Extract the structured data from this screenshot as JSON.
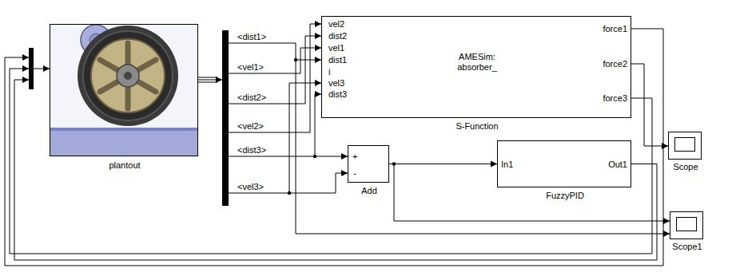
{
  "diagram": {
    "nodes": [
      {
        "text": [
          "plantout"
        ]
      },
      {
        "text": [
          "vel2",
          "dist2",
          "vel1",
          "dist1",
          "i",
          "vel3",
          "dist3",
          "AMESim: absorber_",
          "force1",
          "force2",
          "force3",
          "S-Function"
        ]
      },
      {
        "text": [
          "+",
          "-",
          "Add"
        ]
      },
      {
        "text": [
          "In1",
          "Out1",
          "FuzzyPID"
        ]
      },
      {
        "text": [
          "Scope"
        ]
      },
      {
        "text": [
          "Scope1"
        ]
      }
    ],
    "edges": [
      {
        "from": 1,
        "to": 4,
        "arrow": "to"
      },
      {
        "from": 2,
        "to": 3,
        "arrow": "to"
      },
      {
        "from": 2,
        "to": 5,
        "arrow": "to"
      }
    ],
    "labels": [
      "<dist1>",
      "<vel1>",
      "<dist2>",
      "<vel2>",
      "<dist3>",
      "<vel3>"
    ]
  }
}
